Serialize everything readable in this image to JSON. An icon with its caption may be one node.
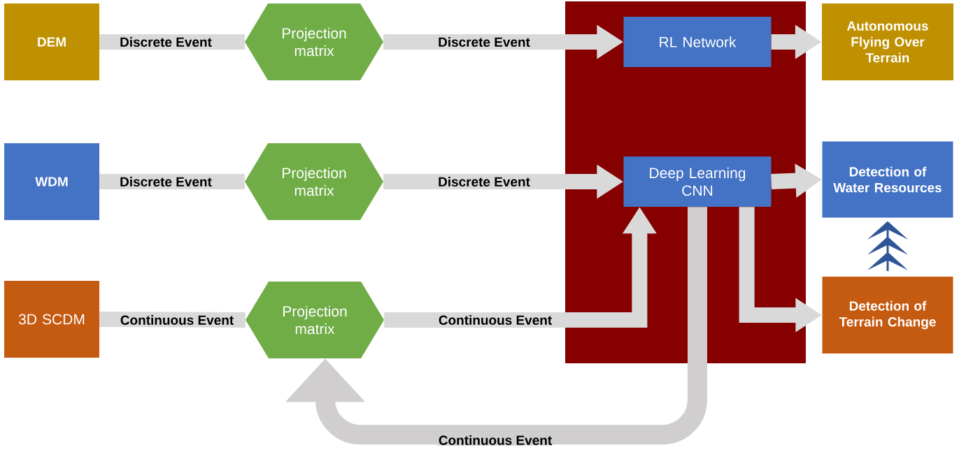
{
  "diagram": {
    "nodes": [
      {
        "text": [
          "DEM"
        ]
      },
      {
        "text": [
          "WDM"
        ]
      },
      {
        "text": [
          "3D SCDM"
        ]
      },
      {
        "text": [
          "Projection matrix"
        ]
      },
      {
        "text": [
          "Projection matrix"
        ]
      },
      {
        "text": [
          "Projection matrix"
        ]
      },
      {
        "text": [],
        "shape": "box"
      },
      {
        "text": [
          "RL Network"
        ],
        "in": 6
      },
      {
        "text": [
          "Deep Learning CNN"
        ],
        "in": 6
      },
      {
        "text": [
          "Autonomous Flying Over Terrain"
        ]
      },
      {
        "text": [
          "Detection of Water Resources"
        ]
      },
      {
        "text": [
          "Detection of Terrain Change"
        ]
      }
    ],
    "edges": [
      {
        "from": 0,
        "to": 3,
        "arrow": "none",
        "label": "Discrete Event"
      },
      {
        "from": 3,
        "to": 7,
        "arrow": "to",
        "label": "Discrete Event"
      },
      {
        "from": 7,
        "to": 9,
        "arrow": "to"
      },
      {
        "from": 1,
        "to": 4,
        "arrow": "none",
        "label": "Discrete Event"
      },
      {
        "from": 4,
        "to": 8,
        "arrow": "to",
        "label": "Discrete Event"
      },
      {
        "from": 8,
        "to": 10,
        "arrow": "to"
      },
      {
        "from": 2,
        "to": 5,
        "arrow": "none",
        "label": "Continuous Event"
      },
      {
        "from": 5,
        "to": 8,
        "arrow": "to",
        "label": "Continuous Event"
      },
      {
        "from": 8,
        "to": 11,
        "arrow": "to"
      },
      {
        "from": 8,
        "to": 5,
        "arrow": "to",
        "label": "Continuous Event"
      },
      {
        "from": 11,
        "to": 10,
        "arrow": "to",
        "color": "#2f5597"
      }
    ]
  }
}
